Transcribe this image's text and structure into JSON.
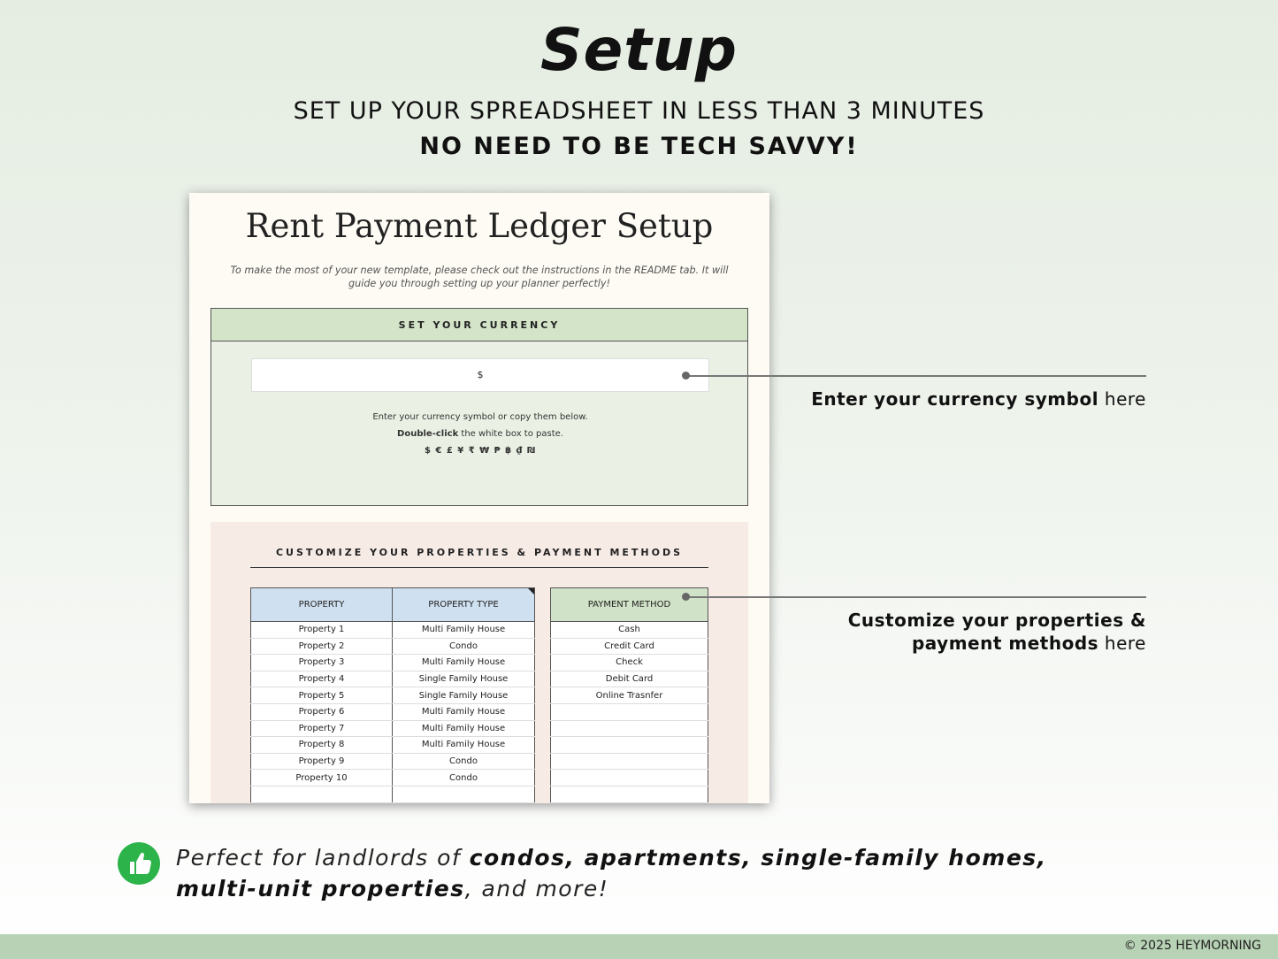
{
  "header": {
    "title": "Setup",
    "subtitle": "SET UP YOUR SPREADSHEET IN LESS THAN 3 MINUTES",
    "tagline": "NO NEED TO BE TECH SAVVY!"
  },
  "sheet": {
    "title": "Rent Payment Ledger Setup",
    "intro": "To make the most of your new template, please check out the instructions in the README tab. It will guide you through setting up your planner perfectly!",
    "currency": {
      "header": "SET YOUR CURRENCY",
      "value": "$",
      "help_line1": "Enter your currency symbol or copy them below.",
      "help_bold": "Double-click",
      "help_line2_rest": " the white box to paste.",
      "symbols": "$ € £ ¥ ₹ ₩ ₱ ฿ ₫ ₪"
    },
    "properties": {
      "section_title": "CUSTOMIZE YOUR PROPERTIES & PAYMENT METHODS",
      "columns": [
        "PROPERTY",
        "PROPERTY TYPE"
      ],
      "rows": [
        [
          "Property 1",
          "Multi Family House"
        ],
        [
          "Property 2",
          "Condo"
        ],
        [
          "Property 3",
          "Multi Family House"
        ],
        [
          "Property 4",
          "Single Family House"
        ],
        [
          "Property 5",
          "Single Family House"
        ],
        [
          "Property 6",
          "Multi Family House"
        ],
        [
          "Property 7",
          "Multi Family House"
        ],
        [
          "Property 8",
          "Multi Family House"
        ],
        [
          "Property 9",
          "Condo"
        ],
        [
          "Property 10",
          "Condo"
        ],
        [
          "",
          ""
        ]
      ],
      "payment_header": "PAYMENT METHOD",
      "payment_methods": [
        "Cash",
        "Credit Card",
        "Check",
        "Debit Card",
        "Online Trasnfer",
        "",
        "",
        "",
        "",
        "",
        ""
      ]
    }
  },
  "annotations": {
    "currency_bold": "Enter your currency symbol",
    "currency_rest": " here",
    "props_bold1": "Customize your properties &",
    "props_bold2": "payment methods",
    "props_rest": " here"
  },
  "bottom": {
    "lead": "Perfect for landlords of ",
    "bold": "condos, apartments, single-family homes, multi-unit properties",
    "tail": ", and more!"
  },
  "footer": {
    "copyright": "© 2025 HEYMORNING"
  },
  "colors": {
    "currency_header": "#d3e4c9",
    "property_header": "#cfe0f0",
    "payment_header": "#d0e2c7",
    "props_panel": "#f7ebe6",
    "thumb_badge": "#2cb34a",
    "footer_bar": "#b7d2b4"
  },
  "icons": [
    "thumbs-up-icon"
  ]
}
